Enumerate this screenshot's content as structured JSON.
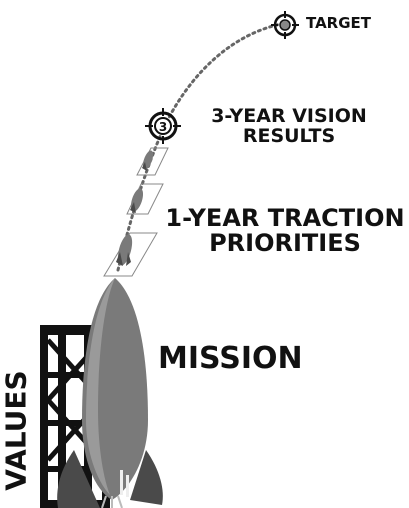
{
  "labels": {
    "target": "TARGET",
    "vision_line1": "3-YEAR VISION",
    "vision_line2": "RESULTS",
    "vision_marker": "3",
    "traction_line1": "1-YEAR TRACTION",
    "traction_line2": "PRIORITIES",
    "mission": "MISSION",
    "values": "VALUES"
  },
  "colors": {
    "rocket": "#7a7a7a",
    "rocket_dark": "#4a4a4a",
    "tower": "#111111",
    "path": "#666666",
    "text": "#111111"
  },
  "icons": [
    "target-icon",
    "crosshair-icon",
    "rocket-icon",
    "launch-tower-icon"
  ]
}
